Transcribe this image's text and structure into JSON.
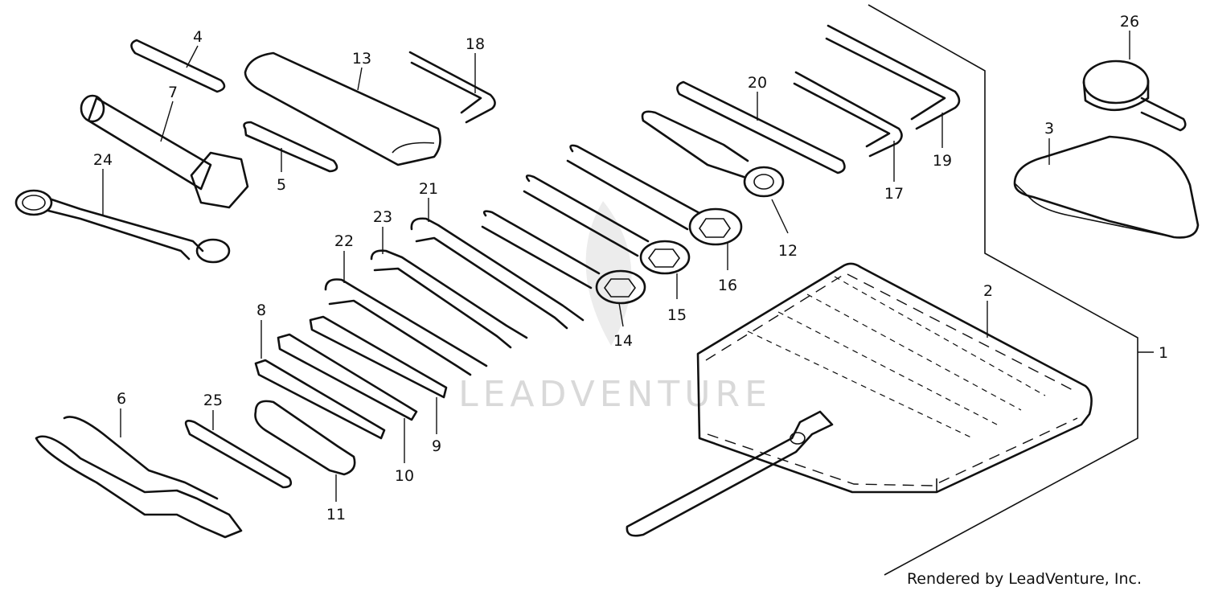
{
  "watermark": "LEADVENTURE",
  "credit": "Rendered by LeadVenture, Inc.",
  "callouts": {
    "c1": "1",
    "c2": "2",
    "c3": "3",
    "c4": "4",
    "c5": "5",
    "c6": "6",
    "c7": "7",
    "c8": "8",
    "c9": "9",
    "c10": "10",
    "c11": "11",
    "c12": "12",
    "c13": "13",
    "c14": "14",
    "c15": "15",
    "c16": "16",
    "c17": "17",
    "c18": "18",
    "c19": "19",
    "c20": "20",
    "c21": "21",
    "c22": "22",
    "c23": "23",
    "c24": "24",
    "c25": "25",
    "c26": "26"
  }
}
